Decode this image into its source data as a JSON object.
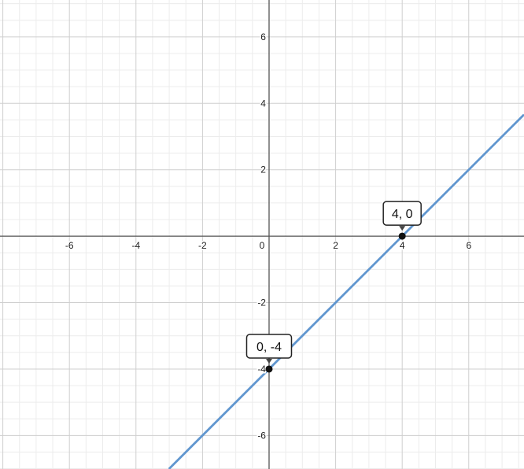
{
  "chart_data": {
    "type": "line",
    "title": "",
    "xlabel": "",
    "ylabel": "",
    "xlim": [
      -8.085,
      7.66
    ],
    "ylim": [
      -7.01,
      7.11
    ],
    "grid": true,
    "major_step": 2,
    "minor_step": 0.5,
    "x_ticks": [
      -6,
      -4,
      -2,
      0,
      2,
      4,
      6
    ],
    "y_ticks": [
      6,
      4,
      2,
      -2,
      -4,
      -6
    ],
    "x_tick_labels": [
      "-6",
      "-4",
      "-2",
      "0",
      "2",
      "4",
      "6"
    ],
    "y_tick_labels": [
      "6",
      "4",
      "2",
      "-2",
      "-4",
      "-6"
    ],
    "series": [
      {
        "name": "y = x - 4",
        "slope": 1,
        "intercept": -4,
        "color": "#6096cf"
      }
    ],
    "points": [
      {
        "x": 4,
        "y": 0,
        "label": "4, 0"
      },
      {
        "x": 0,
        "y": -4,
        "label": "0, -4"
      }
    ]
  }
}
